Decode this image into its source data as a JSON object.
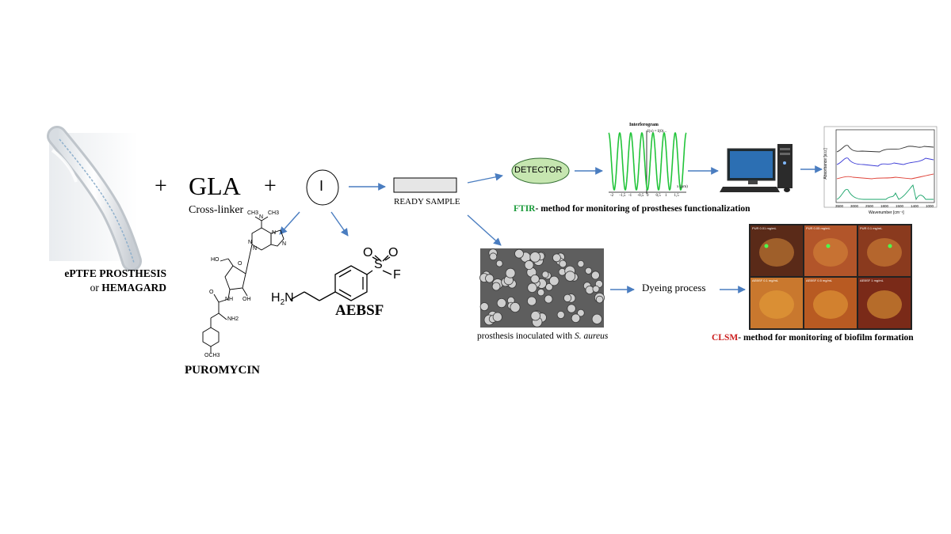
{
  "left": {
    "plus1": "+",
    "gla": "GLA",
    "crosslinker": "Cross-linker",
    "plus2": "+",
    "inhibitor_symbol": "I",
    "prosthesis_line1": "ePTFE PROSTHESIS",
    "prosthesis_line2_prefix": "or ",
    "prosthesis_line2_bold": "HEMAGARD"
  },
  "molecules": {
    "puromycin": "PUROMYCIN",
    "aebsf": "AEBSF",
    "aebsf_h2n": "H",
    "aebsf_h2n_sub": "2",
    "aebsf_h2n_n": "N",
    "aebsf_s": "S",
    "aebsf_o1": "O",
    "aebsf_o2": "O",
    "aebsf_f": "F",
    "puro_atoms": [
      "HO",
      "O",
      "N",
      "N",
      "N",
      "N",
      "N",
      "CH3",
      "CH3",
      "O",
      "NH",
      "OH",
      "NH2",
      "OCH3"
    ]
  },
  "sample": {
    "ready_label": "READY  SAMPLE"
  },
  "ftir": {
    "detector": "DETECTOR",
    "interferogram_title": "Interferogram",
    "interferogram_annot": "I(x) = I(0)...",
    "interferogram_xunit": "x (µm)",
    "interferogram_ticks": [
      "-2",
      "-1,5",
      "-1",
      "-0,5",
      "0",
      "0,5",
      "1",
      "1,5"
    ],
    "label_prefix": "FTIR",
    "label_text": "-  method  for monitoring  of  prostheses functionalization",
    "label_color": "#1a9a3a",
    "spectrum_ylabel": "Absorbance [a.u.]",
    "spectrum_xlabel": "Wavenumber [cm⁻¹]",
    "spectrum_ticks": [
      "3500",
      "3000",
      "2500",
      "1800",
      "1500",
      "1400",
      "1000"
    ]
  },
  "clsm": {
    "sem_caption_prefix": "prosthesis inoculated with ",
    "sem_caption_italic": "S. aureus",
    "dyeing": "Dyeing   process",
    "label_prefix": "CLSM",
    "label_text": "-  method  for  monitoring  of  biofilm  formation",
    "label_color": "#cc1f1f",
    "panel_labels": [
      "PUR 0.01 mg/mL",
      "PUR 0.05 mg/mL",
      "PUR 0.1 mg/mL",
      "AEBSF 0.1 mg/mL",
      "AEBSF 0.5 mg/mL",
      "AEBSF 1 mg/mL"
    ]
  },
  "colors": {
    "arrow": "#4a7dc0",
    "detector_fill": "#c6e6b0",
    "interferogram_line": "#22c43a",
    "sample_fill": "#e6e6e6"
  }
}
